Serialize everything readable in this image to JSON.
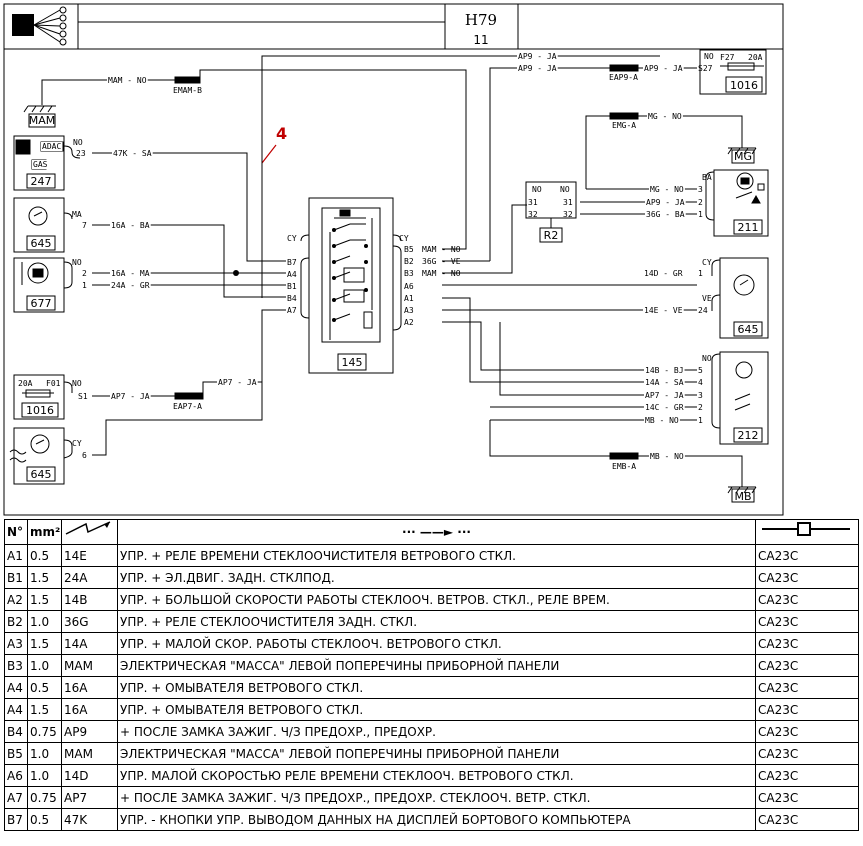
{
  "header": {
    "code": "H79",
    "page": "11"
  },
  "red_marker": "4",
  "components": {
    "relay_145": "145",
    "relay_R2": "R2",
    "mam": "MAM",
    "mg": "MG",
    "mb": "MB",
    "c247": "247",
    "c645a": "645",
    "c677": "677",
    "c1016a": "1016",
    "c1016b": "1016",
    "c645b": "645",
    "c211": "211",
    "c645c": "645",
    "c212": "212",
    "fuse_f27": "F27",
    "fuse_f27_rating": "20A",
    "fuse_f01": "F01",
    "fuse_f01_rating": "20A",
    "adac": "ADAC",
    "gas": "GAS"
  },
  "wire_labels": {
    "mam_no": "MAM - NO",
    "emam_b": "EMAM-B",
    "ap9_ja_1": "AP9 - JA",
    "ap9_ja_2": "AP9 - JA",
    "eap9_a": "EAP9-A",
    "ap9_ja_3": "AP9 - JA",
    "s27": "S27",
    "no_f27": "NO",
    "emg_a": "EMG-A",
    "mg_no_1": "MG - NO",
    "no_247": "NO",
    "pin_247": "23",
    "w_47k": "47K - SA",
    "ma_645": "MA",
    "pin_645": "7",
    "w_16a_ba": "16A - BA",
    "no_677": "NO",
    "pin_677_2": "2",
    "pin_677_1": "1",
    "w_16a_ma": "16A - MA",
    "w_24a_gr": "24A - GR",
    "no_f01": "NO",
    "s1": "S1",
    "ap7_ja_1": "AP7 - JA",
    "eap7_a": "EAP7-A",
    "ap7_ja_2": "AP7 - JA",
    "cy_645b": "CY",
    "pin_645b": "6",
    "r2_no_l": "NO",
    "r2_no_r": "NO",
    "r2_31_l": "31",
    "r2_32_l": "32",
    "r2_31_r": "31",
    "r2_32_r": "32",
    "mg_no_2": "MG - NO",
    "ap9_ja_4": "AP9 - JA",
    "w_36g_ba": "36G - BA",
    "ba_211": "BA",
    "p211_3": "3",
    "p211_2": "2",
    "p211_1": "1",
    "w_14d_gr": "14D - GR",
    "w_14e_ve": "14E - VE",
    "cy_645c": "CY",
    "p645c_1": "1",
    "ve_645c": "VE",
    "p645c_24": "24",
    "no_212": "NO",
    "w_14b_bj": "14B - BJ",
    "w_14a_sa": "14A - SA",
    "ap7_ja_3": "AP7 - JA",
    "w_14c_gr": "14C - GR",
    "mb_no_1": "MB - NO",
    "p212_5": "5",
    "p212_4": "4",
    "p212_3": "3",
    "p212_2": "2",
    "p212_1": "1",
    "emb_a": "EMB-A",
    "mb_no_2": "MB - NO",
    "left_cy": "CY",
    "pB7": "B7",
    "pA4": "A4",
    "pB1": "B1",
    "pB4": "B4",
    "pA7": "A7",
    "right_cy": "CY",
    "pB5": "B5",
    "pB2": "B2",
    "pB3": "B3",
    "pA6": "A6",
    "pA1": "A1",
    "pA3": "A3",
    "pA2": "A2",
    "r_mam_no_1": "MAM - NO",
    "r_36g_ve": "36G - VE",
    "r_mam_no_2": "MAM - NO"
  },
  "table": {
    "headers": {
      "num": "N°",
      "mm2": "mm²",
      "arrow": "··· ——► ···"
    },
    "rows": [
      {
        "pin": "A1",
        "mm2": "0.5",
        "wire": "14E",
        "desc": "УПР. + РЕЛЕ ВРЕМЕНИ СТЕКЛООЧИСТИТЕЛЯ ВЕТРОВОГО СТКЛ.",
        "conn": "CA23C"
      },
      {
        "pin": "B1",
        "mm2": "1.5",
        "wire": "24A",
        "desc": "УПР. + ЭЛ.ДВИГ. ЗАДН. СТКЛПОД.",
        "conn": "CA23C"
      },
      {
        "pin": "A2",
        "mm2": "1.5",
        "wire": "14B",
        "desc": "УПР. + БОЛЬШОЙ СКОРОСТИ РАБОТЫ СТЕКЛООЧ. ВЕТРОВ. СТКЛ., РЕЛЕ ВРЕМ.",
        "conn": "CA23C"
      },
      {
        "pin": "B2",
        "mm2": "1.0",
        "wire": "36G",
        "desc": "УПР. + РЕЛЕ СТЕКЛООЧИСТИТЕЛЯ ЗАДН. СТКЛ.",
        "conn": "CA23C"
      },
      {
        "pin": "A3",
        "mm2": "1.5",
        "wire": "14A",
        "desc": "УПР. + МАЛОЙ СКОР. РАБОТЫ СТЕКЛООЧ. ВЕТРОВОГО СТКЛ.",
        "conn": "CA23C"
      },
      {
        "pin": "B3",
        "mm2": "1.0",
        "wire": "MAM",
        "desc": "ЭЛЕКТРИЧЕСКАЯ \"МАССА\" ЛЕВОЙ ПОПЕРЕЧИНЫ ПРИБОРНОЙ ПАНЕЛИ",
        "conn": "CA23C"
      },
      {
        "pin": "A4",
        "mm2": "0.5",
        "wire": "16A",
        "desc": "УПР. + ОМЫВАТЕЛЯ ВЕТРОВОГО СТКЛ.",
        "conn": "CA23C"
      },
      {
        "pin": "A4",
        "mm2": "1.5",
        "wire": "16A",
        "desc": "УПР. + ОМЫВАТЕЛЯ ВЕТРОВОГО СТКЛ.",
        "conn": "CA23C"
      },
      {
        "pin": "B4",
        "mm2": "0.75",
        "wire": "AP9",
        "desc": "+ ПОСЛЕ ЗАМКА ЗАЖИГ. Ч/З ПРЕДОХР., ПРЕДОХР.",
        "conn": "CA23C"
      },
      {
        "pin": "B5",
        "mm2": "1.0",
        "wire": "MAM",
        "desc": "ЭЛЕКТРИЧЕСКАЯ \"МАССА\" ЛЕВОЙ ПОПЕРЕЧИНЫ ПРИБОРНОЙ ПАНЕЛИ",
        "conn": "CA23C"
      },
      {
        "pin": "A6",
        "mm2": "1.0",
        "wire": "14D",
        "desc": "УПР. МАЛОЙ СКОРОСТЬЮ РЕЛЕ ВРЕМЕНИ СТЕКЛООЧ. ВЕТРОВОГО СТКЛ.",
        "conn": "CA23C"
      },
      {
        "pin": "A7",
        "mm2": "0.75",
        "wire": "AP7",
        "desc": "+ ПОСЛЕ ЗАМКА ЗАЖИГ. Ч/З ПРЕДОХР., ПРЕДОХР. СТЕКЛООЧ. ВЕТР. СТКЛ.",
        "conn": "CA23C"
      },
      {
        "pin": "B7",
        "mm2": "0.5",
        "wire": "47K",
        "desc": "УПР. - КНОПКИ УПР. ВЫВОДОМ ДАННЫХ НА ДИСПЛЕЙ БОРТОВОГО КОМПЬЮТЕРА",
        "conn": "CA23C"
      }
    ]
  }
}
